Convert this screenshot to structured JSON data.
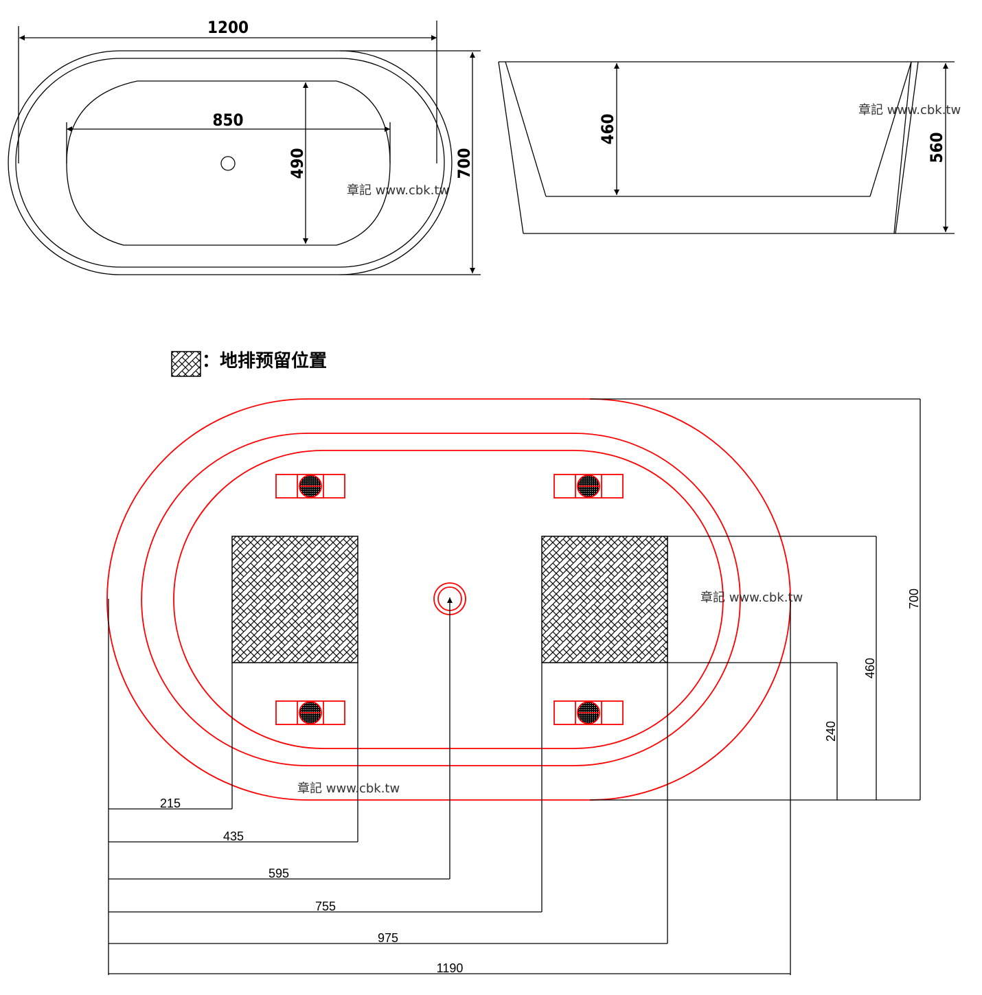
{
  "colors": {
    "line": "#000000",
    "accent": "#ff0000",
    "background": "#ffffff"
  },
  "top_view": {
    "dims": {
      "overall_length": "1200",
      "inner_length": "850",
      "inner_width": "490",
      "overall_width": "700"
    },
    "watermark": "章記 www.cbk.tw"
  },
  "side_view": {
    "dims": {
      "inner_depth": "460",
      "overall_height": "560"
    },
    "watermark": "章記 www.cbk.tw"
  },
  "legend": {
    "icon": "hatch-pattern-icon",
    "label": "：地排预留位置"
  },
  "plan_view": {
    "horizontal_dims": [
      "215",
      "435",
      "595",
      "755",
      "975",
      "1190"
    ],
    "vertical_dims": {
      "overall": "700",
      "zone_top": "460",
      "zone_bottom": "240"
    },
    "watermark_right": "章記 www.cbk.tw",
    "watermark_bottom": "章記 www.cbk.tw"
  }
}
